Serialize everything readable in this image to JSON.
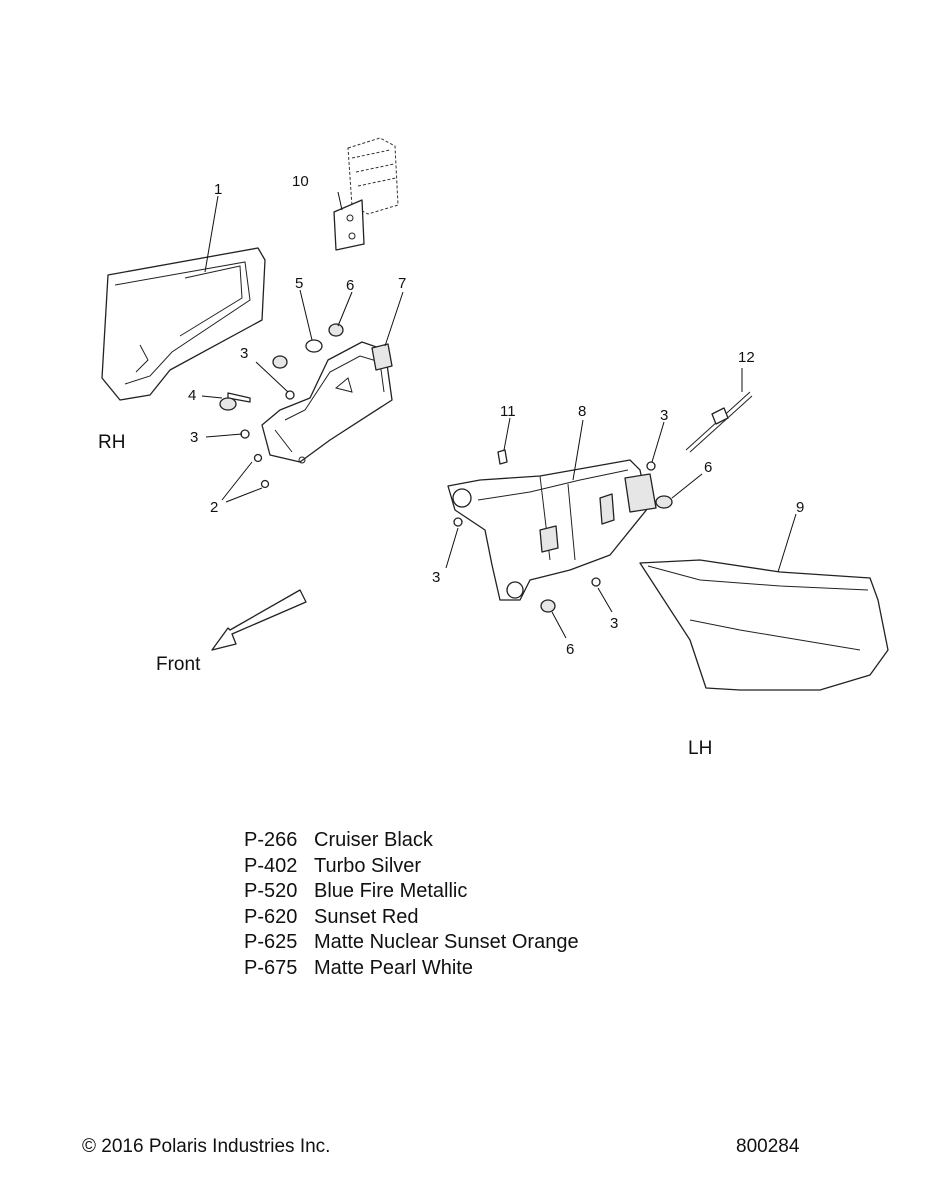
{
  "callouts": {
    "c1": "1",
    "c2": "2",
    "c3a": "3",
    "c3b": "3",
    "c3c": "3",
    "c3d": "3",
    "c3e": "3",
    "c4": "4",
    "c5": "5",
    "c6a": "6",
    "c6b": "6",
    "c6c": "6",
    "c7": "7",
    "c8": "8",
    "c9": "9",
    "c10": "10",
    "c11": "11",
    "c12": "12"
  },
  "sides": {
    "rh": "RH",
    "lh": "LH",
    "front": "Front"
  },
  "legend": [
    {
      "code": "P-266",
      "name": "Cruiser Black"
    },
    {
      "code": "P-402",
      "name": "Turbo Silver"
    },
    {
      "code": "P-520",
      "name": "Blue Fire Metallic"
    },
    {
      "code": "P-620",
      "name": "Sunset Red"
    },
    {
      "code": "P-625",
      "name": "Matte Nuclear Sunset Orange"
    },
    {
      "code": "P-675",
      "name": "Matte Pearl White"
    }
  ],
  "footer": {
    "copyright": "© 2016 Polaris Industries Inc.",
    "drawing_number": "800284"
  }
}
